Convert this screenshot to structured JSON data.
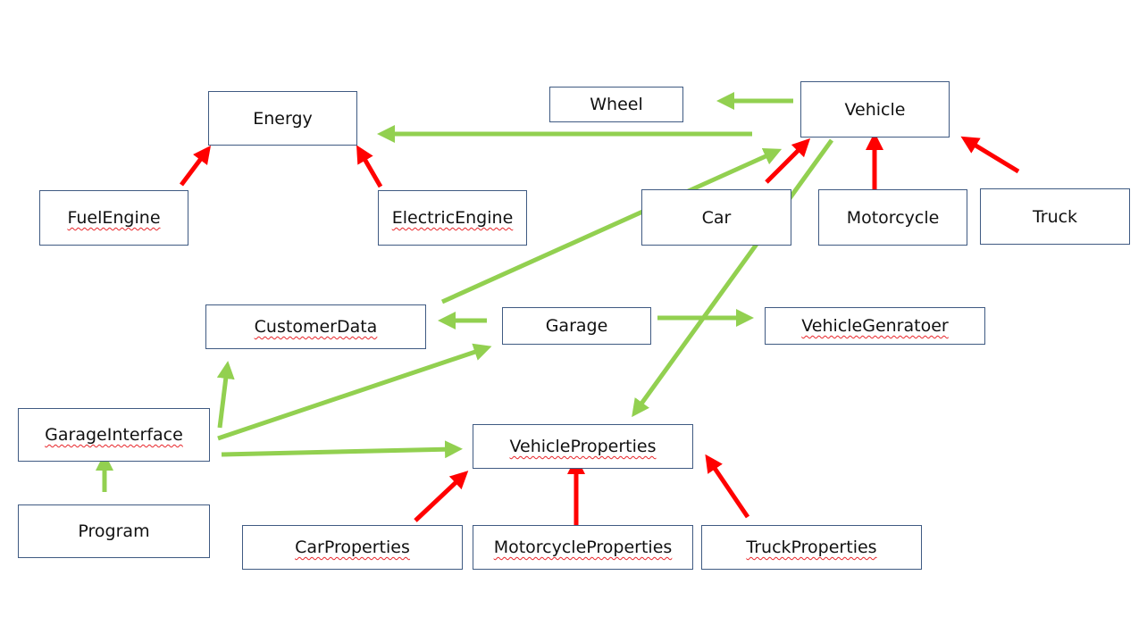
{
  "diagram": {
    "colors": {
      "association": "#92d050",
      "inheritance": "#ff0000",
      "border": "#3f5a82"
    },
    "nodes": {
      "energy": "Energy",
      "wheel": "Wheel",
      "vehicle": "Vehicle",
      "fuel_engine": "FuelEngine",
      "electric_engine": "ElectricEngine",
      "car": "Car",
      "motorcycle": "Motorcycle",
      "truck": "Truck",
      "customer_data": "CustomerData",
      "garage": "Garage",
      "vehicle_generator": "VehicleGenratoer",
      "garage_interface": "GarageInterface",
      "vehicle_properties": "VehicleProperties",
      "program": "Program",
      "car_properties": "CarProperties",
      "motorcycle_properties": "MotorcycleProperties",
      "truck_properties": "TruckProperties"
    },
    "edges": [
      {
        "from": "vehicle",
        "to": "wheel",
        "type": "association"
      },
      {
        "from": "vehicle",
        "to": "energy",
        "type": "association"
      },
      {
        "from": "fuel_engine",
        "to": "energy",
        "type": "inheritance"
      },
      {
        "from": "electric_engine",
        "to": "energy",
        "type": "inheritance"
      },
      {
        "from": "car",
        "to": "vehicle",
        "type": "inheritance"
      },
      {
        "from": "motorcycle",
        "to": "vehicle",
        "type": "inheritance"
      },
      {
        "from": "truck",
        "to": "vehicle",
        "type": "inheritance"
      },
      {
        "from": "customer_data",
        "to": "vehicle",
        "type": "association"
      },
      {
        "from": "vehicle",
        "to": "vehicle_properties",
        "type": "association"
      },
      {
        "from": "garage",
        "to": "customer_data",
        "type": "association"
      },
      {
        "from": "garage",
        "to": "vehicle_generator",
        "type": "association"
      },
      {
        "from": "garage_interface",
        "to": "customer_data",
        "type": "association"
      },
      {
        "from": "garage_interface",
        "to": "garage",
        "type": "association"
      },
      {
        "from": "garage_interface",
        "to": "vehicle_properties",
        "type": "association"
      },
      {
        "from": "program",
        "to": "garage_interface",
        "type": "association"
      },
      {
        "from": "car_properties",
        "to": "vehicle_properties",
        "type": "inheritance"
      },
      {
        "from": "motorcycle_properties",
        "to": "vehicle_properties",
        "type": "inheritance"
      },
      {
        "from": "truck_properties",
        "to": "vehicle_properties",
        "type": "inheritance"
      }
    ]
  }
}
